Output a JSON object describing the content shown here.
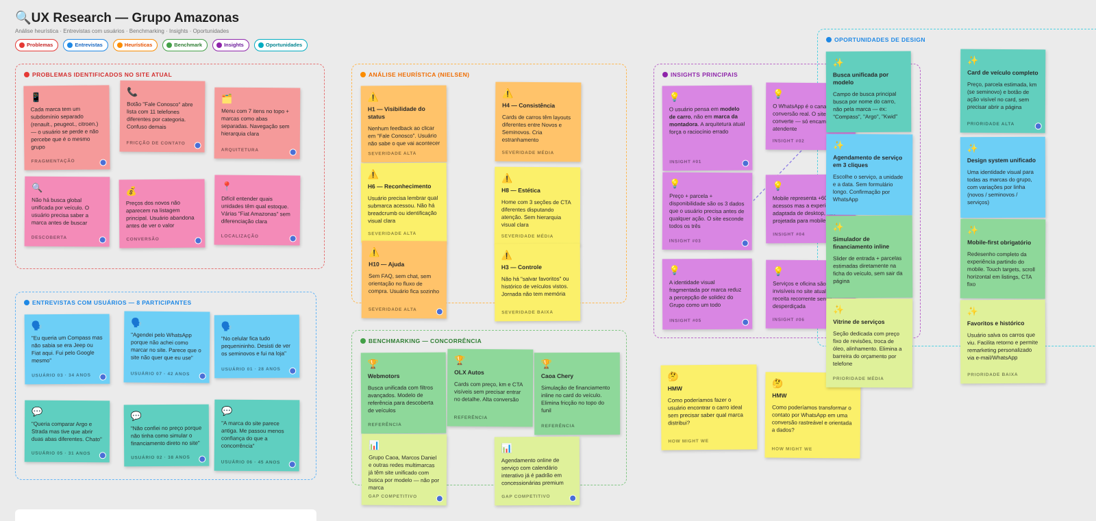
{
  "header": {
    "title": "🔍UX Research — Grupo Amazonas",
    "subtitle": "Análise heurística · Entrevistas com usuários · Benchmarking · Insights · Oportunidades"
  },
  "legend": [
    {
      "label": "Problemas",
      "color": "#e53935"
    },
    {
      "label": "Entrevistas",
      "color": "#1e88e5"
    },
    {
      "label": "Heurísticas",
      "color": "#fb8c00"
    },
    {
      "label": "Benchmark",
      "color": "#43a047"
    },
    {
      "label": "Insights",
      "color": "#8e24aa"
    },
    {
      "label": "Oportunidades",
      "color": "#00acc1"
    }
  ],
  "frames": {
    "problemas": {
      "title": "Problemas identificados no site atual",
      "color": "#e53935"
    },
    "entrevistas": {
      "title": "Entrevistas com usuários — 8 participantes",
      "color": "#1e88e5"
    },
    "heuristica": {
      "title": "Análise heurística (Nielsen)",
      "color": "#fb8c00"
    },
    "benchmark": {
      "title": "Benchmarking — concorrência",
      "color": "#43a047"
    },
    "insights": {
      "title": "Insights principais",
      "color": "#8e24aa"
    },
    "oportunidades": {
      "title": "Oportunidades de design",
      "color": "#1e88e5"
    }
  },
  "problemas": [
    {
      "icon": "📱",
      "text": "Cada marca tem um subdomínio separado (renault., peugeot., citroen.) — o usuário se perde e não percebe que é o mesmo grupo",
      "tag": "Fragmentação"
    },
    {
      "icon": "📞",
      "text": "Botão \"Fale Conosco\" abre lista com 11 telefones diferentes por categoria. Confuso demais",
      "tag": "Fricção de contato"
    },
    {
      "icon": "🗂️",
      "text": "Menu com 7 itens no topo + marcas como abas separadas. Navegação sem hierarquia clara",
      "tag": "Arquitetura"
    },
    {
      "icon": "🔍",
      "text": "Não há busca global unificada por veículo. O usuário precisa saber a marca antes de buscar",
      "tag": "Descoberta"
    },
    {
      "icon": "💰",
      "text": "Preços dos novos não aparecem na listagem principal. Usuário abandona antes de ver o valor",
      "tag": "Conversão"
    },
    {
      "icon": "📍",
      "text": "Difícil entender quais unidades têm qual estoque. Várias \"Fiat Amazonas\" sem diferenciação clara",
      "tag": "Localização"
    }
  ],
  "entrevistas": [
    {
      "icon": "🗣️",
      "text": "\"Eu queria um Compass mas não sabia se era Jeep ou Fiat aqui. Fui pelo Google mesmo\"",
      "tag": "Usuário 03 · 34 anos"
    },
    {
      "icon": "🗣️",
      "text": "\"Agendei pelo WhatsApp porque não achei como marcar no site. Parece que o site não quer que eu use\"",
      "tag": "Usuário 07 · 42 anos"
    },
    {
      "icon": "🗣️",
      "text": "\"No celular fica tudo pequenininho. Desisti de ver os seminovos e fui na loja\"",
      "tag": "Usuário 01 · 28 anos"
    },
    {
      "icon": "💬",
      "text": "\"Queria comparar Argo e Strada mas tive que abrir duas abas diferentes. Chato\"",
      "tag": "Usuário 05 · 31 anos"
    },
    {
      "icon": "💬",
      "text": "\"Não confiei no preço porque não tinha como simular o financiamento direto no site\"",
      "tag": "Usuário 02 · 38 anos"
    },
    {
      "icon": "💬",
      "text": "\"A marca do site parece antiga. Me passou menos confiança do que a concorrência\"",
      "tag": "Usuário 06 · 45 anos"
    }
  ],
  "heuristica": [
    {
      "icon": "⚠️",
      "head": "H1 — Visibilidade do status",
      "text": "Nenhum feedback ao clicar em \"Fale Conosco\". Usuário não sabe o que vai acontecer",
      "tag": "Severidade alta"
    },
    {
      "icon": "⚠️",
      "head": "H4 — Consistência",
      "text": "Cards de carros têm layouts diferentes entre Novos e Seminovos. Cria estranhamento",
      "tag": "Severidade média"
    },
    {
      "icon": "⚠️",
      "head": "H6 — Reconhecimento",
      "text": "Usuário precisa lembrar qual submarca acessou. Não há breadcrumb ou identificação visual clara",
      "tag": "Severidade alta"
    },
    {
      "icon": "⚠️",
      "head": "H8 — Estética",
      "text": "Home com 3 seções de CTA diferentes disputando atenção. Sem hierarquia visual clara",
      "tag": "Severidade média"
    },
    {
      "icon": "⚠️",
      "head": "H10 — Ajuda",
      "text": "Sem FAQ, sem chat, sem orientação no fluxo de compra. Usuário fica sozinho",
      "tag": "Severidade alta"
    },
    {
      "icon": "⚠️",
      "head": "H3 — Controle",
      "text": "Não há \"salvar favoritos\" ou histórico de veículos vistos. Jornada não tem memória",
      "tag": "Severidade baixa"
    }
  ],
  "benchmark": [
    {
      "icon": "🏆",
      "head": "Webmotors",
      "text": "Busca unificada com filtros avançados. Modelo de referência para descoberta de veículos",
      "tag": "Referência"
    },
    {
      "icon": "🏆",
      "head": "OLX Autos",
      "text": "Cards com preço, km e CTA visíveis sem precisar entrar no detalhe. Alta conversão",
      "tag": "Referência"
    },
    {
      "icon": "🏆",
      "head": "Caoa Chery",
      "text": "Simulação de financiamento inline no card do veículo. Elimina fricção no topo do funil",
      "tag": "Referência"
    },
    {
      "icon": "📊",
      "text": "Grupo Caoa, Marcos Daniel e outras redes multimarcas já têm site unificado com busca por modelo — não por marca",
      "tag": "Gap competitivo"
    },
    {
      "icon": "📊",
      "text": "Agendamento online de serviço com calendário interativo já é padrão em concessionárias premium",
      "tag": "Gap competitivo"
    }
  ],
  "insights": [
    {
      "icon": "💡",
      "text_pre": "O usuário pensa em ",
      "bold1": "modelo de carro",
      "text_mid": ", não em ",
      "bold2": "marca da montadora",
      "text_post": ". A arquitetura atual força o raciocínio errado",
      "tag": "Insight #01"
    },
    {
      "icon": "💡",
      "text": "O WhatsApp é o canal de conversão real. O site não converte — só encaminha pro atendente",
      "tag": "Insight #02"
    },
    {
      "icon": "💡",
      "text": "Preço + parcela + disponibilidade são os 3 dados que o usuário precisa antes de qualquer ação. O site esconde todos os três",
      "tag": "Insight #03"
    },
    {
      "icon": "💡",
      "text": "Mobile representa +60% dos acessos mas a experiência é adaptada de desktop, não projetada para mobile",
      "tag": "Insight #04"
    },
    {
      "icon": "💡",
      "text": "A identidade visual fragmentada por marca reduz a percepção de solidez do Grupo como um todo",
      "tag": "Insight #05"
    },
    {
      "icon": "💡",
      "text": "Serviços e oficina são invisíveis no site atual — receita recorrente sendo desperdiçada",
      "tag": "Insight #06"
    }
  ],
  "hmw": [
    {
      "icon": "🤔",
      "head": "HMW",
      "text": "Como poderíamos fazer o usuário encontrar o carro ideal sem precisar saber qual marca distribui?",
      "tag": "How might we"
    },
    {
      "icon": "🤔",
      "head": "HMW",
      "text": "Como poderíamos transformar o contato por WhatsApp em uma conversão rastreável e orientada a dados?",
      "tag": "How might we"
    }
  ],
  "oportunidades": [
    {
      "icon": "✨",
      "head": "Busca unificada por modelo",
      "text": "Campo de busca principal busca por nome do carro, não pela marca — ex: \"Compass\", \"Argo\", \"Kwid\"",
      "tag": ""
    },
    {
      "icon": "✨",
      "head": "Card de veículo completo",
      "text": "Preço, parcela estimada, km (se seminovo) e botão de ação visível no card, sem precisar abrir a página",
      "tag": "Prioridade alta"
    },
    {
      "icon": "✨",
      "head": "Agendamento de serviço em 3 cliques",
      "text": "Escolhe o serviço, a unidade e a data. Sem formulário longo. Confirmação por WhatsApp",
      "tag": ""
    },
    {
      "icon": "✨",
      "head": "Design system unificado",
      "text": "Uma identidade visual para todas as marcas do grupo, com variações por linha (novos / seminovos / serviços)",
      "tag": ""
    },
    {
      "icon": "✨",
      "head": "Simulador de financiamento inline",
      "text": "Slider de entrada + parcelas estimadas diretamente na ficha do veículo, sem sair da página",
      "tag": ""
    },
    {
      "icon": "✨",
      "head": "Mobile-first obrigatório",
      "text": "Redesenho completo da experiência partindo do mobile. Touch targets, scroll horizontal em listings, CTA fixo",
      "tag": ""
    },
    {
      "icon": "✨",
      "head": "Vitrine de serviços",
      "text": "Seção dedicada com preço fixo de revisões, troca de óleo, alinhamento. Elimina a barreira do orçamento por telefone",
      "tag": "Prioridade média"
    },
    {
      "icon": "✨",
      "head": "Favoritos e histórico",
      "text": "Usuário salva os carros que viu. Facilita retorno e permite remarketing personalizado via e-mail/WhatsApp",
      "tag": "Prioridade baixa"
    }
  ]
}
